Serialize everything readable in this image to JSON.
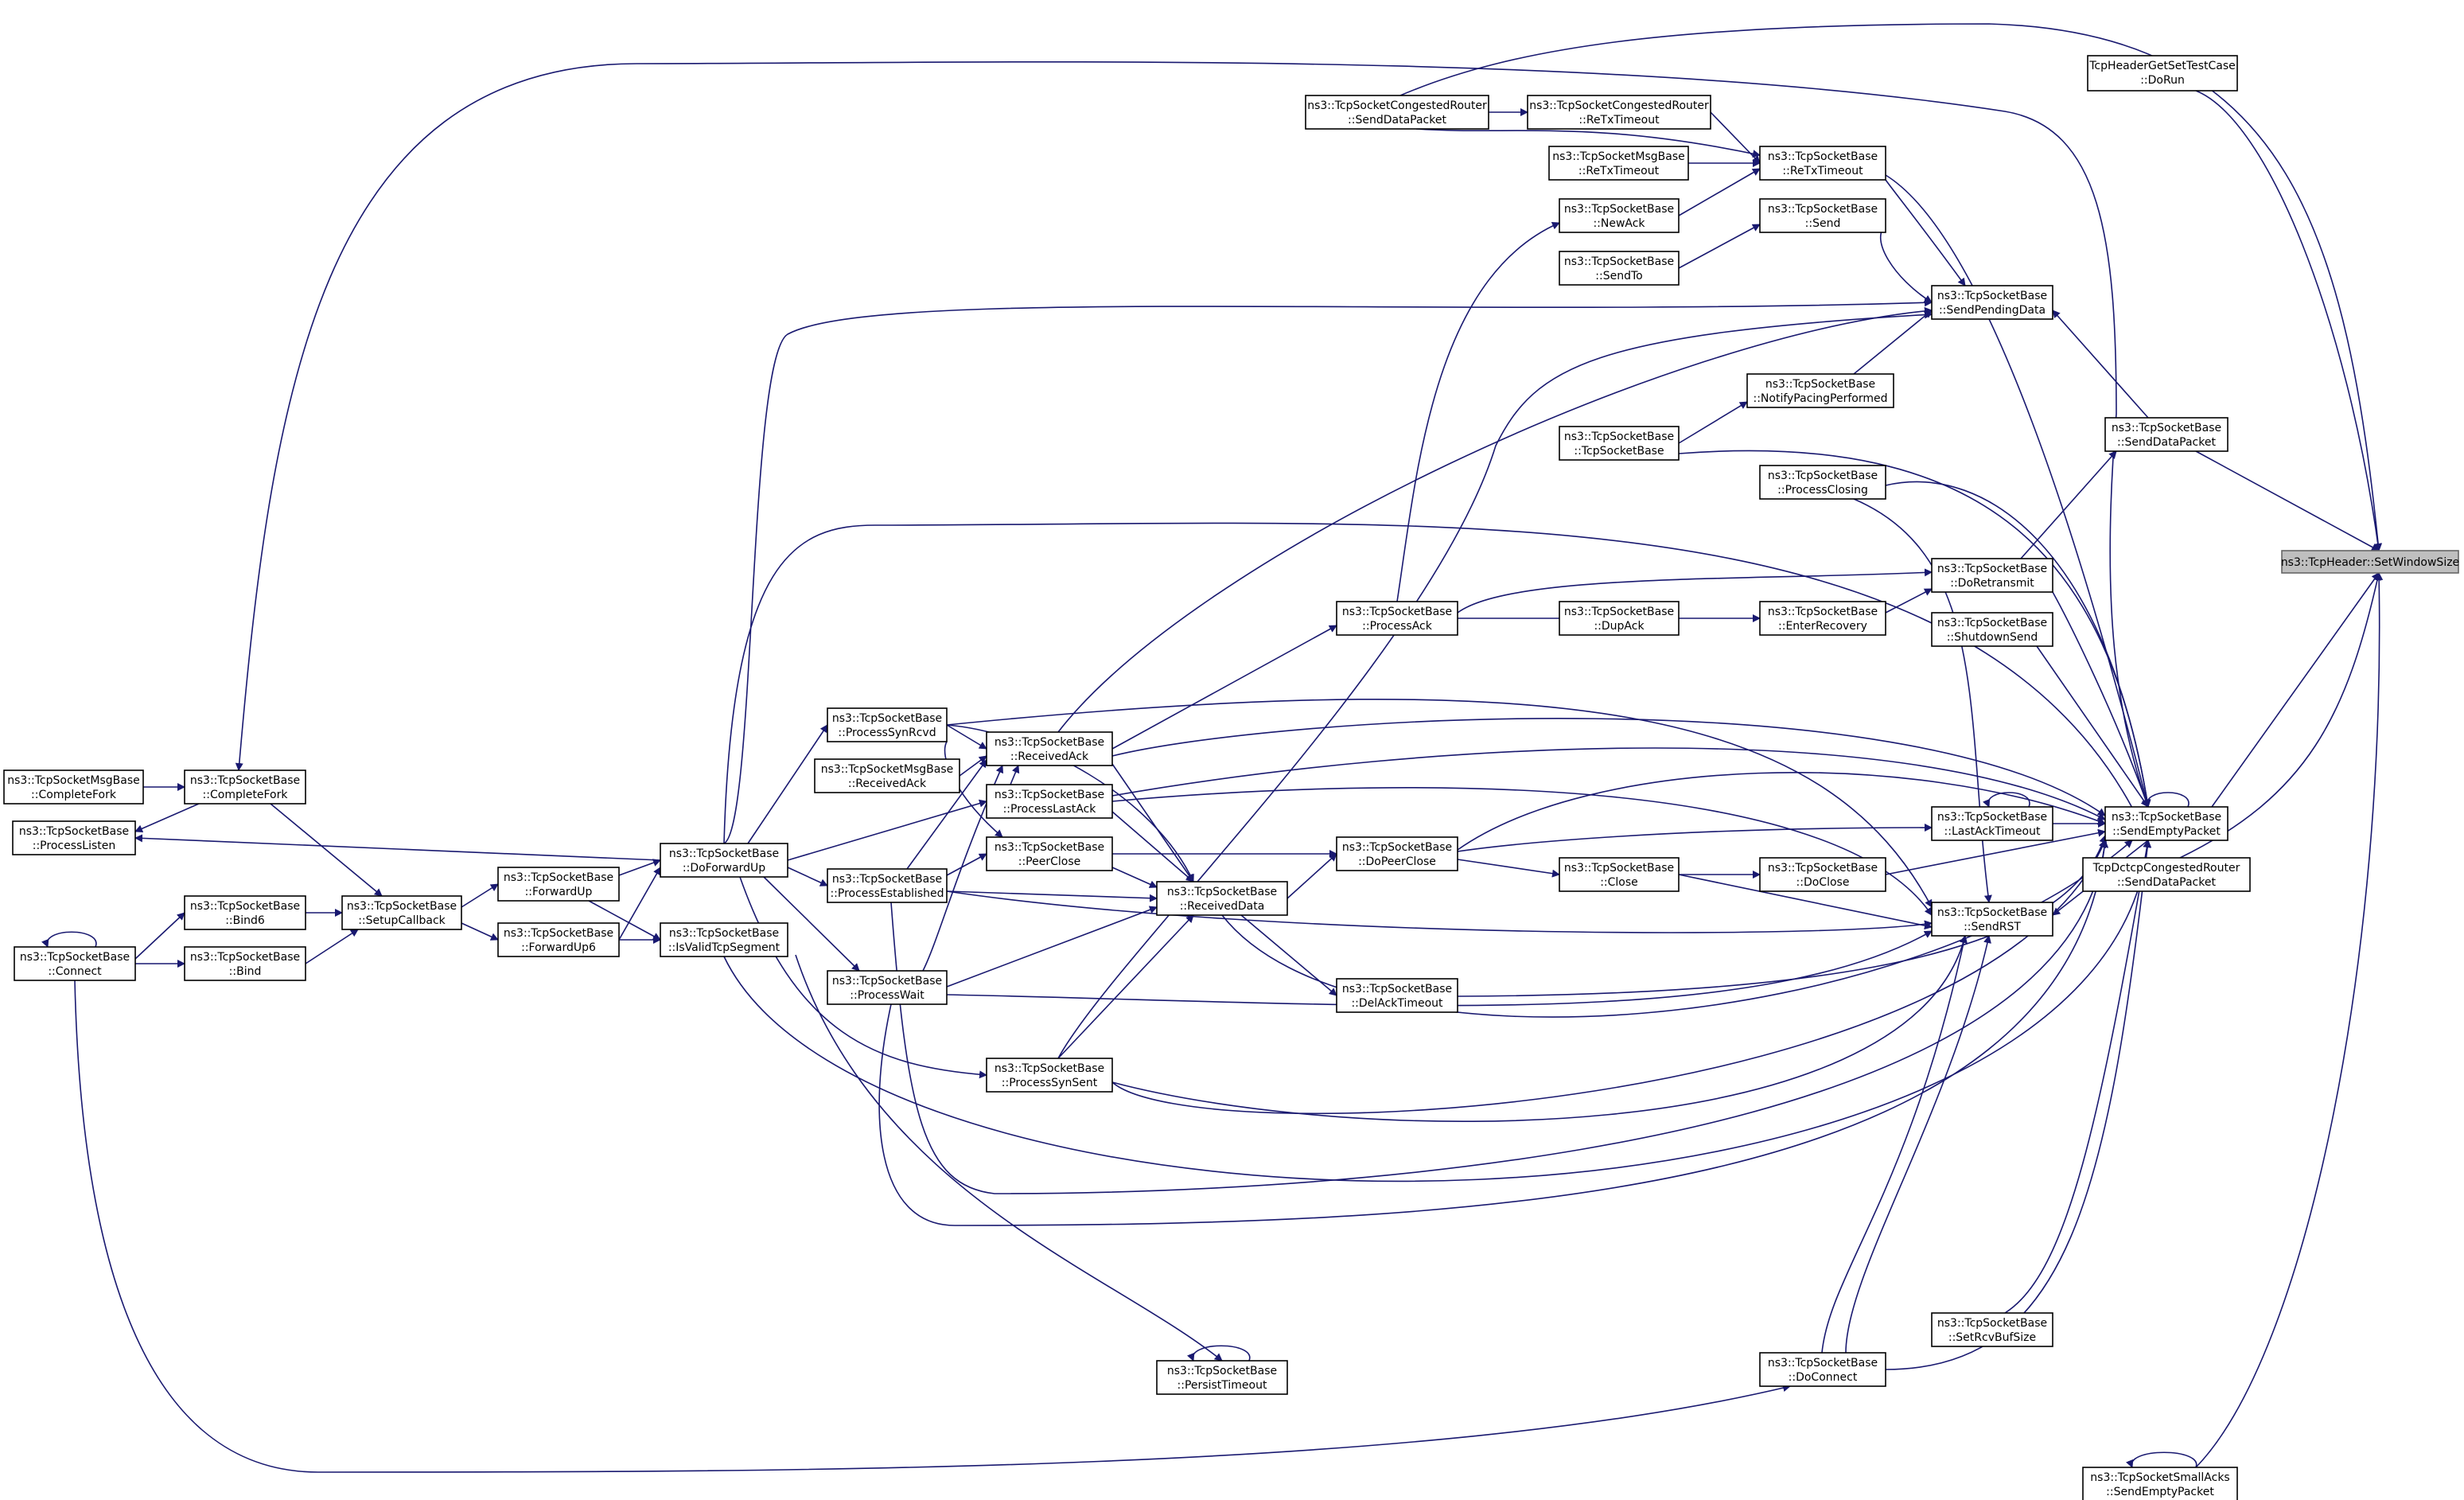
{
  "diagram": {
    "type": "call-graph",
    "edge_color": "#191970",
    "root_fill": "#bfbfbf",
    "nodes": [
      {
        "id": "root",
        "line1": "ns3::TcpHeader::SetWindowSize",
        "line2": ""
      },
      {
        "id": "hdrtest",
        "line1": "TcpHeaderGetSetTestCase",
        "line2": "::DoRun"
      },
      {
        "id": "congSend",
        "line1": "ns3::TcpSocketCongestedRouter",
        "line2": "::SendDataPacket"
      },
      {
        "id": "congRetx",
        "line1": "ns3::TcpSocketCongestedRouter",
        "line2": "::ReTxTimeout"
      },
      {
        "id": "msgRetx",
        "line1": "ns3::TcpSocketMsgBase",
        "line2": "::ReTxTimeout"
      },
      {
        "id": "retx",
        "line1": "ns3::TcpSocketBase",
        "line2": "::ReTxTimeout"
      },
      {
        "id": "newack",
        "line1": "ns3::TcpSocketBase",
        "line2": "::NewAck"
      },
      {
        "id": "send",
        "line1": "ns3::TcpSocketBase",
        "line2": "::Send"
      },
      {
        "id": "sendto",
        "line1": "ns3::TcpSocketBase",
        "line2": "::SendTo"
      },
      {
        "id": "sendpend",
        "line1": "ns3::TcpSocketBase",
        "line2": "::SendPendingData"
      },
      {
        "id": "notify",
        "line1": "ns3::TcpSocketBase",
        "line2": "::NotifyPacingPerformed"
      },
      {
        "id": "ctor",
        "line1": "ns3::TcpSocketBase",
        "line2": "::TcpSocketBase"
      },
      {
        "id": "senddata",
        "line1": "ns3::TcpSocketBase",
        "line2": "::SendDataPacket"
      },
      {
        "id": "closing",
        "line1": "ns3::TcpSocketBase",
        "line2": "::ProcessClosing"
      },
      {
        "id": "doretx",
        "line1": "ns3::TcpSocketBase",
        "line2": "::DoRetransmit"
      },
      {
        "id": "procack",
        "line1": "ns3::TcpSocketBase",
        "line2": "::ProcessAck"
      },
      {
        "id": "dupack",
        "line1": "ns3::TcpSocketBase",
        "line2": "::DupAck"
      },
      {
        "id": "enterrec",
        "line1": "ns3::TcpSocketBase",
        "line2": "::EnterRecovery"
      },
      {
        "id": "shutdown",
        "line1": "ns3::TcpSocketBase",
        "line2": "::ShutdownSend"
      },
      {
        "id": "synrcvd",
        "line1": "ns3::TcpSocketBase",
        "line2": "::ProcessSynRcvd"
      },
      {
        "id": "recvack",
        "line1": "ns3::TcpSocketBase",
        "line2": "::ReceivedAck"
      },
      {
        "id": "msgrecvack",
        "line1": "ns3::TcpSocketMsgBase",
        "line2": "::ReceivedAck"
      },
      {
        "id": "lastack",
        "line1": "ns3::TcpSocketBase",
        "line2": "::ProcessLastAck"
      },
      {
        "id": "lastacktimeout",
        "line1": "ns3::TcpSocketBase",
        "line2": "::LastAckTimeout"
      },
      {
        "id": "sendempty",
        "line1": "ns3::TcpSocketBase",
        "line2": "::SendEmptyPacket"
      },
      {
        "id": "dctcp",
        "line1": "TcpDctcpCongestedRouter",
        "line2": "::SendDataPacket"
      },
      {
        "id": "msgfork",
        "line1": "ns3::TcpSocketMsgBase",
        "line2": "::CompleteFork"
      },
      {
        "id": "fork",
        "line1": "ns3::TcpSocketBase",
        "line2": "::CompleteFork"
      },
      {
        "id": "listen",
        "line1": "ns3::TcpSocketBase",
        "line2": "::ProcessListen"
      },
      {
        "id": "forwardup",
        "line1": "ns3::TcpSocketBase",
        "line2": "::DoForwardUp"
      },
      {
        "id": "peerclose",
        "line1": "ns3::TcpSocketBase",
        "line2": "::PeerClose"
      },
      {
        "id": "doPeerClose",
        "line1": "ns3::TcpSocketBase",
        "line2": "::DoPeerClose"
      },
      {
        "id": "fwd",
        "line1": "ns3::TcpSocketBase",
        "line2": "::ForwardUp"
      },
      {
        "id": "established",
        "line1": "ns3::TcpSocketBase",
        "line2": "::ProcessEstablished"
      },
      {
        "id": "recvdata",
        "line1": "ns3::TcpSocketBase",
        "line2": "::ReceivedData"
      },
      {
        "id": "close",
        "line1": "ns3::TcpSocketBase",
        "line2": "::Close"
      },
      {
        "id": "doclose",
        "line1": "ns3::TcpSocketBase",
        "line2": "::DoClose"
      },
      {
        "id": "sendrst",
        "line1": "ns3::TcpSocketBase",
        "line2": "::SendRST"
      },
      {
        "id": "bind6",
        "line1": "ns3::TcpSocketBase",
        "line2": "::Bind6"
      },
      {
        "id": "setupcb",
        "line1": "ns3::TcpSocketBase",
        "line2": "::SetupCallback"
      },
      {
        "id": "connect",
        "line1": "ns3::TcpSocketBase",
        "line2": "::Connect"
      },
      {
        "id": "bind",
        "line1": "ns3::TcpSocketBase",
        "line2": "::Bind"
      },
      {
        "id": "fwd6",
        "line1": "ns3::TcpSocketBase",
        "line2": "::ForwardUp6"
      },
      {
        "id": "isvalid",
        "line1": "ns3::TcpSocketBase",
        "line2": "::IsValidTcpSegment"
      },
      {
        "id": "wait",
        "line1": "ns3::TcpSocketBase",
        "line2": "::ProcessWait"
      },
      {
        "id": "delack",
        "line1": "ns3::TcpSocketBase",
        "line2": "::DelAckTimeout"
      },
      {
        "id": "synsent",
        "line1": "ns3::TcpSocketBase",
        "line2": "::ProcessSynSent"
      },
      {
        "id": "rcvbuf",
        "line1": "ns3::TcpSocketBase",
        "line2": "::SetRcvBufSize"
      },
      {
        "id": "doconnect",
        "line1": "ns3::TcpSocketBase",
        "line2": "::DoConnect"
      },
      {
        "id": "persist",
        "line1": "ns3::TcpSocketBase",
        "line2": "::PersistTimeout"
      },
      {
        "id": "smallacks",
        "line1": "ns3::TcpSocketSmallAcks",
        "line2": "::SendEmptyPacket"
      }
    ]
  }
}
